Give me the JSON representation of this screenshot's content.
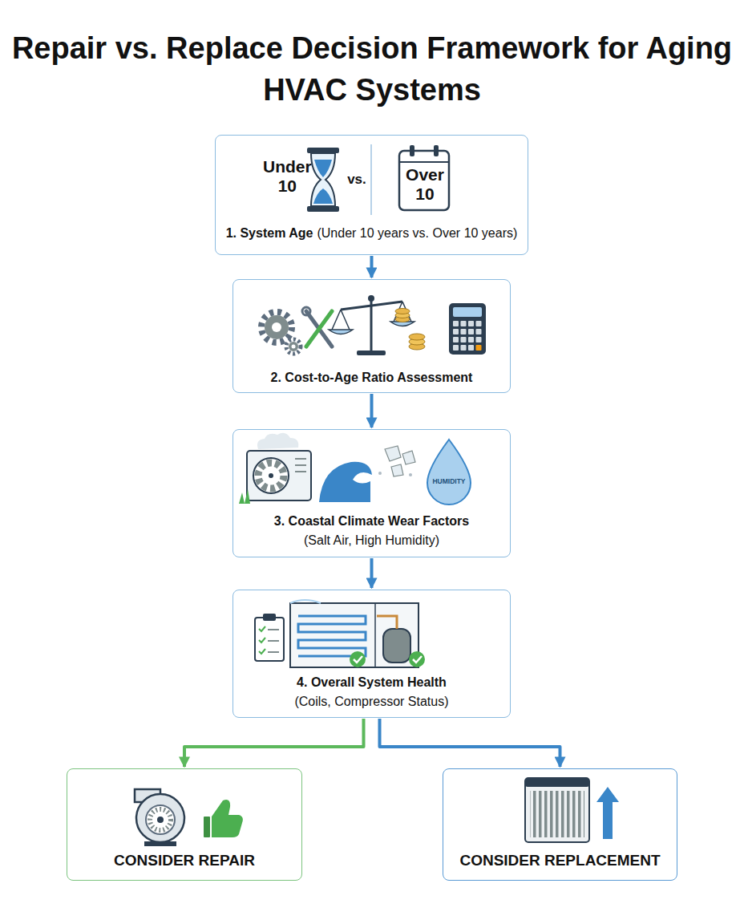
{
  "diagram": {
    "title": "Repair vs. Replace Decision Framework for Aging HVAC Systems",
    "nodes": [
      {
        "text": [
          "Under 10",
          "vs.",
          "Over 10",
          "1. System Age",
          "(Under 10 years vs. Over 10 years)"
        ]
      },
      {
        "text": [
          "2. Cost-to-Age Ratio Assessment"
        ]
      },
      {
        "text": [
          "3. Coastal Climate Wear Factors",
          "(Salt Air, High Humidity)"
        ]
      },
      {
        "text": [
          "4. Overall System Health",
          "(Coils, Compressor Status)"
        ]
      },
      {
        "text": [
          "CONSIDER REPAIR"
        ]
      },
      {
        "text": [
          "CONSIDER REPLACEMENT"
        ]
      }
    ],
    "edges": [
      {
        "from": 0,
        "to": 1,
        "arrow": "to"
      },
      {
        "from": 1,
        "to": 2,
        "arrow": "to"
      },
      {
        "from": 2,
        "to": 3,
        "arrow": "to"
      },
      {
        "from": 3,
        "to": 4,
        "arrow": "to"
      },
      {
        "from": 3,
        "to": 5,
        "arrow": "to"
      }
    ],
    "labels": [
      "HUMIDITY"
    ]
  }
}
